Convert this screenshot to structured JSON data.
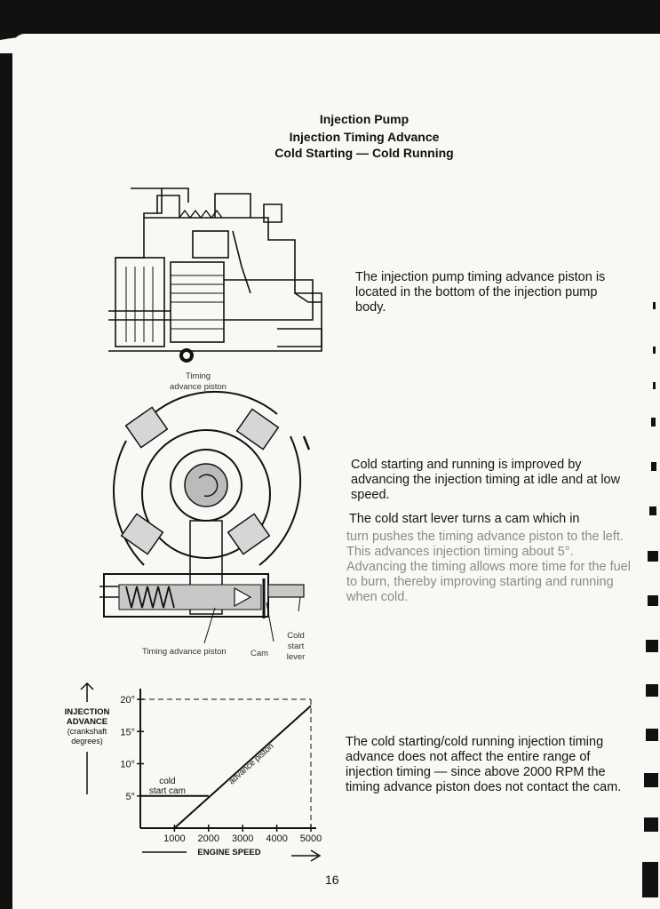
{
  "header": {
    "line1": "Injection Pump",
    "line2": "Injection Timing Advance",
    "line3": "Cold Starting — Cold Running"
  },
  "pump_figure": {
    "label_line1": "Timing",
    "label_line2": "advance piston"
  },
  "paragraph1": "The injection pump timing advance piston is located in the bottom of the injection pump body.",
  "cam_figure": {
    "label_piston": "Timing advance piston",
    "label_cam": "Cam",
    "label_lever_1": "Cold",
    "label_lever_2": "start",
    "label_lever_3": "lever"
  },
  "paragraph2": "Cold starting and running is improved by advancing the injection timing at idle and at low speed.",
  "paragraph3_dark": "The cold start lever turns a cam which in",
  "paragraph3_faded": "turn pushes the timing advance piston to the left. This advances injection timing about 5°. Advancing the timing allows more time for the fuel to burn, thereby improving starting and running when cold.",
  "paragraph4": "The cold starting/cold running injection timing advance does not affect the entire range of injection timing — since above 2000 RPM the timing advance piston does not contact the cam.",
  "page_number": "16",
  "chart_data": {
    "type": "line",
    "ylabel_1": "INJECTION",
    "ylabel_2": "ADVANCE",
    "ylabel_3": "(crankshaft",
    "ylabel_4": "degrees)",
    "xlabel": "ENGINE SPEED",
    "x_ticks": [
      "1000",
      "2000",
      "3000",
      "4000",
      "5000"
    ],
    "y_ticks": [
      "5°",
      "10°",
      "15°",
      "20°"
    ],
    "xlim": [
      0,
      5000
    ],
    "ylim": [
      0,
      20
    ],
    "grid": false,
    "series": [
      {
        "name": "cold start cam",
        "x": [
          0,
          2000
        ],
        "y": [
          5,
          5
        ]
      },
      {
        "name": "advance piston",
        "x": [
          1000,
          5000
        ],
        "y": [
          0,
          19
        ]
      }
    ],
    "reference_line": {
      "y": 20
    },
    "series_label_1": "cold",
    "series_label_2": "start cam",
    "series_label_3": "advance piston"
  }
}
